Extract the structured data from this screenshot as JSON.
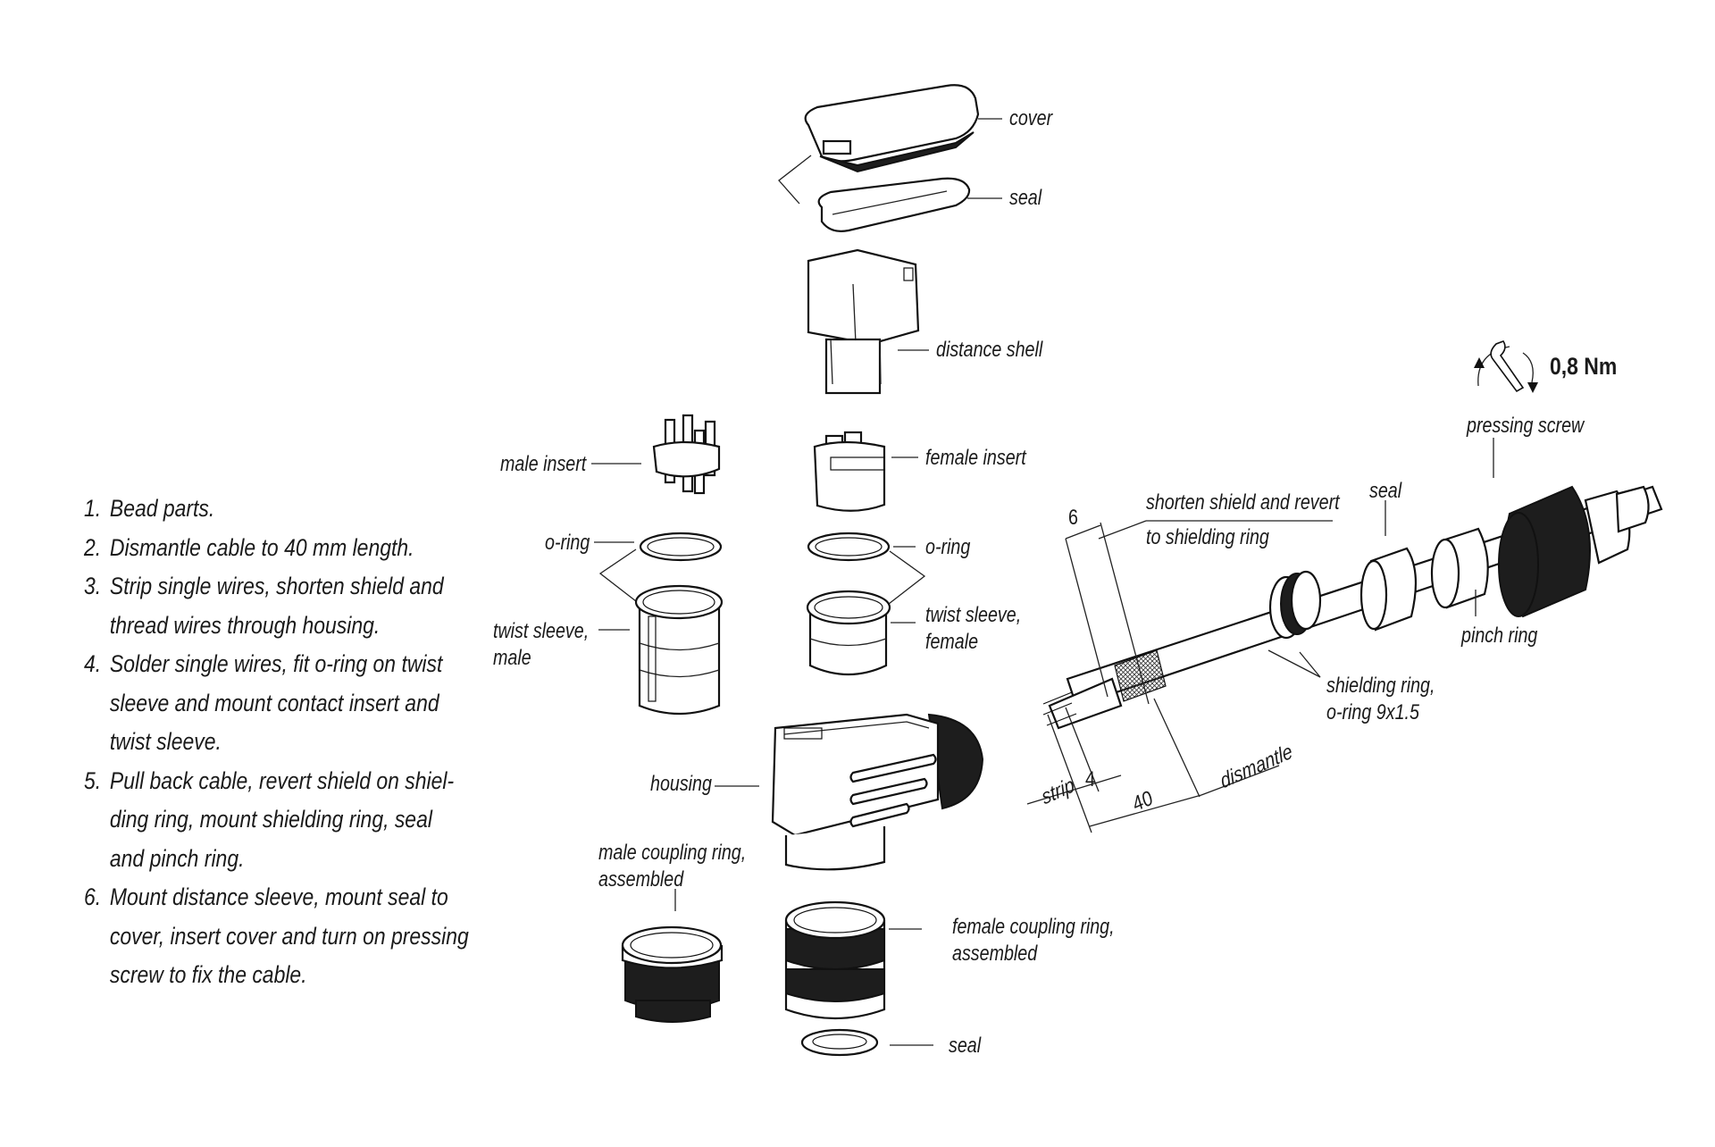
{
  "instructions": {
    "steps": [
      {
        "num": "1.",
        "lines": [
          "Bead parts."
        ]
      },
      {
        "num": "2.",
        "lines": [
          "Dismantle cable to 40 mm length."
        ]
      },
      {
        "num": "3.",
        "lines": [
          "Strip single wires, shorten shield and",
          "thread wires through housing."
        ]
      },
      {
        "num": "4.",
        "lines": [
          "Solder single wires, fit o-ring on twist",
          "sleeve and mount contact insert and",
          "twist sleeve."
        ]
      },
      {
        "num": "5.",
        "lines": [
          "Pull back cable, revert shield on shiel-",
          "ding ring, mount shielding ring, seal",
          "and pinch ring."
        ]
      },
      {
        "num": "6.",
        "lines": [
          "Mount distance sleeve, mount seal to",
          "cover, insert cover and turn on pressing",
          "screw to fix the cable."
        ]
      }
    ]
  },
  "parts": {
    "cover": "cover",
    "seal_top": "seal",
    "distance_shell": "distance shell",
    "female_insert": "female insert",
    "male_insert": "male insert",
    "o_ring_left": "o-ring",
    "o_ring_right": "o-ring",
    "twist_sleeve_male_1": "twist sleeve,",
    "twist_sleeve_male_2": "male",
    "twist_sleeve_female_1": "twist sleeve,",
    "twist_sleeve_female_2": "female",
    "housing": "housing",
    "male_coupling_1": "male coupling ring,",
    "male_coupling_2": "assembled",
    "female_coupling_1": "female coupling ring,",
    "female_coupling_2": "assembled",
    "seal_bottom": "seal"
  },
  "cable": {
    "shorten_1": "shorten shield and revert",
    "shorten_2": "to shielding ring",
    "seal": "seal",
    "pressing_screw": "pressing screw",
    "pinch_ring": "pinch ring",
    "shielding_1": "shielding ring,",
    "shielding_2": "o-ring 9x1.5",
    "dim_shield": "6",
    "dim_strip": "4",
    "strip_label": "strip",
    "dim_dismantle": "40",
    "dismantle_label": "dismantle",
    "torque": "0,8 Nm",
    "torque_icon": "wrench-rotate-icon"
  }
}
